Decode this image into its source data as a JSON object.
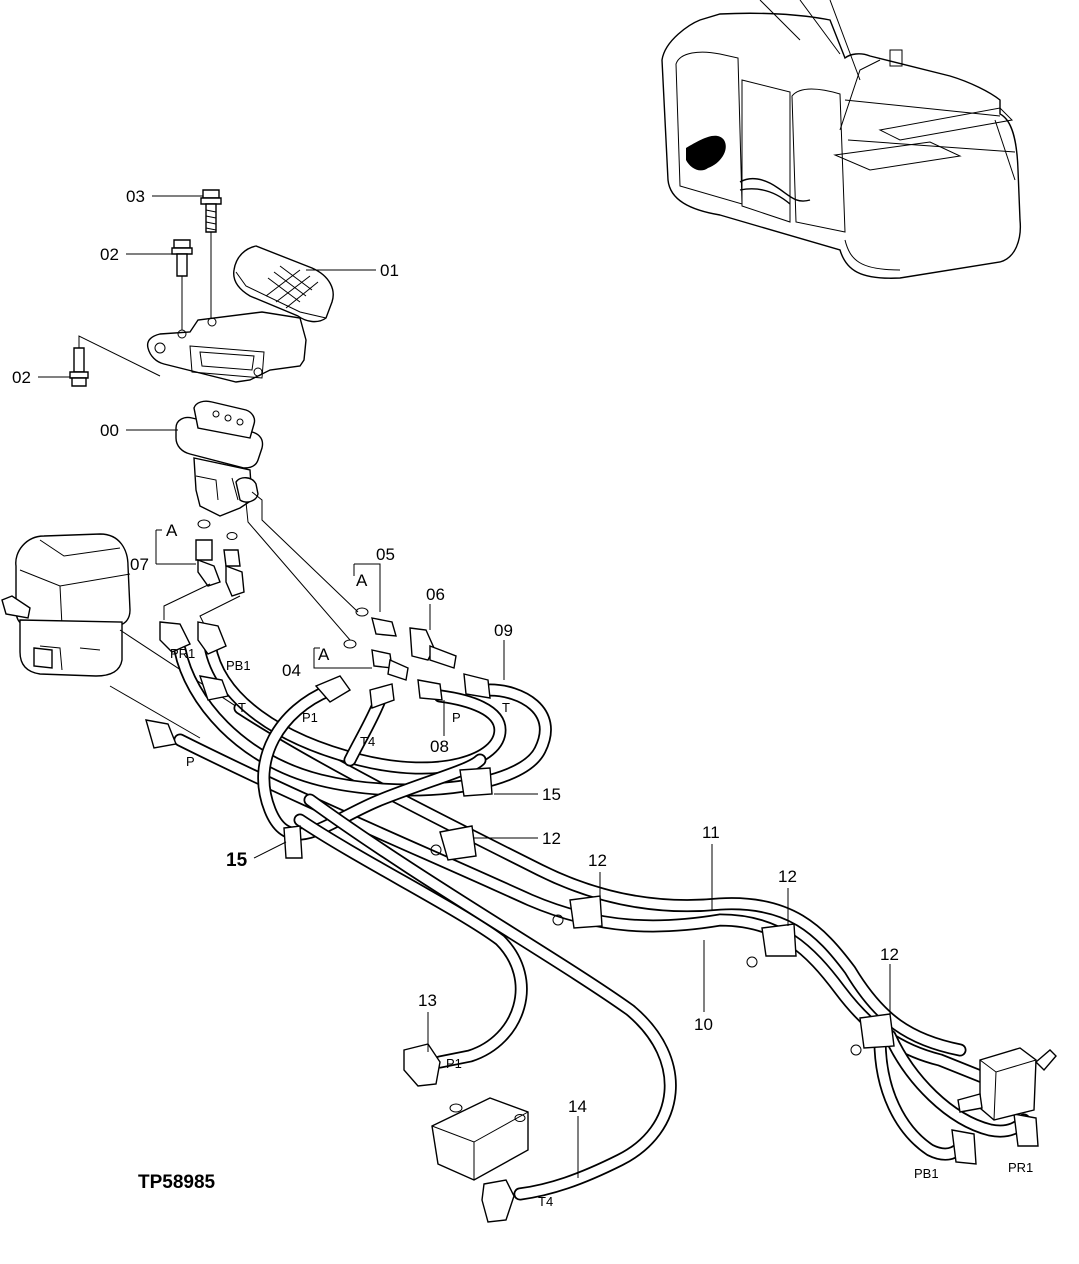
{
  "drawing_id": "TP58985",
  "callouts": {
    "c00": "00",
    "c01": "01",
    "c02a": "02",
    "c02b": "02",
    "c03": "03",
    "c04": "04",
    "c05": "05",
    "c06": "06",
    "c07": "07",
    "c08": "08",
    "c09": "09",
    "c10": "10",
    "c11": "11",
    "c12a": "12",
    "c12b": "12",
    "c12c": "12",
    "c12d": "12",
    "c13": "13",
    "c14": "14",
    "c15a": "15",
    "c15b": "15"
  },
  "detail_marks": {
    "a1": "A",
    "a2": "A",
    "a3": "A"
  },
  "port_labels": {
    "pr1_top": "PR1",
    "pb1_top": "PB1",
    "t_left": "T",
    "p1_top": "P1",
    "t4_top": "T4",
    "p_mid": "P",
    "t_right": "T",
    "p_left": "P",
    "p1_bottom": "P1",
    "t4_bottom": "T4",
    "pb1_right": "PB1",
    "pr1_right": "PR1"
  }
}
